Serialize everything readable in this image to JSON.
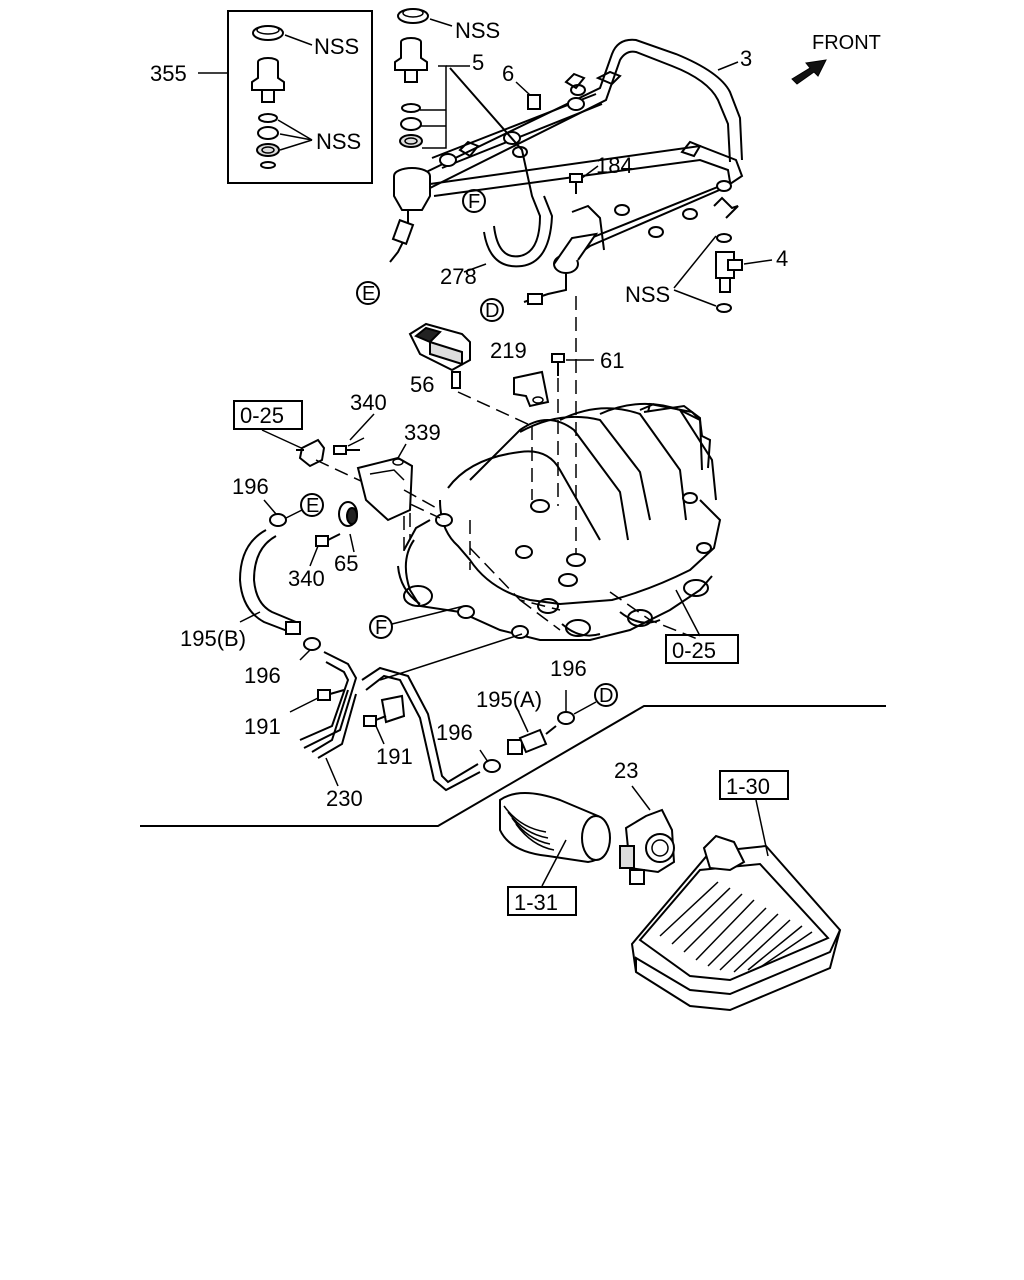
{
  "front_label": "FRONT",
  "nss_label": "NSS",
  "kit_box_label": "355",
  "callouts": {
    "p3": "3",
    "p4": "4",
    "p5": "5",
    "p6": "6",
    "p23": "23",
    "p56": "56",
    "p61": "61",
    "p65": "65",
    "p184": "184",
    "p191a": "191",
    "p191b": "191",
    "p195a": "195(A)",
    "p195b": "195(B)",
    "p196a": "196",
    "p196b": "196",
    "p196c": "196",
    "p196d": "196",
    "p219": "219",
    "p230": "230",
    "p278": "278",
    "p339": "339",
    "p340a": "340",
    "p340b": "340"
  },
  "ref_boxes": {
    "r025a": "0-25",
    "r025b": "0-25",
    "r130": "1-30",
    "r131": "1-31"
  },
  "circle_refs": {
    "e1": "E",
    "e2": "E",
    "d1": "D",
    "d2": "D",
    "f1": "F",
    "f2": "F"
  }
}
